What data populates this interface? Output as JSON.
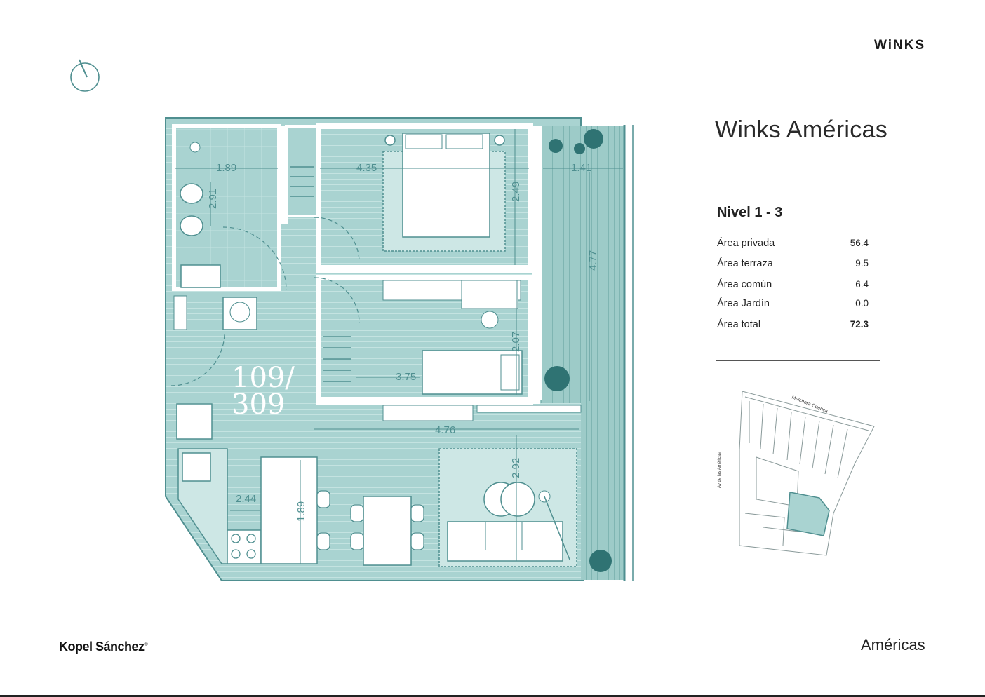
{
  "brand": "WiNKS",
  "project_title": "Winks Américas",
  "level": "Nivel 1 - 3",
  "areas": [
    {
      "label": "Área privada",
      "value": "56.4"
    },
    {
      "label": "Área terraza",
      "value": "9.5"
    },
    {
      "label": "Área común",
      "value": "6.4"
    },
    {
      "label": "Área Jardín",
      "value": "0.0"
    },
    {
      "label": "Área total",
      "value": "72.3"
    }
  ],
  "plan": {
    "unit_top": "109/",
    "unit_bottom": "309",
    "dimensions": [
      "1.89",
      "2.91",
      "4.35",
      "2.49",
      "1.41",
      "4.77",
      "2.07",
      "3.75",
      "4.76",
      "2.92",
      "2.44",
      "1.89"
    ]
  },
  "site_map": {
    "street_1": "Melchora Cuenca",
    "street_2": "Av de las Américas"
  },
  "footer": {
    "left": "Kopel Sánchez",
    "left_mark": "®",
    "right": "Américas"
  },
  "colors": {
    "accent": "#4f8f90",
    "plan_fill": "#a9d3d1",
    "plan_fill_dark": "#8cc2bf"
  }
}
